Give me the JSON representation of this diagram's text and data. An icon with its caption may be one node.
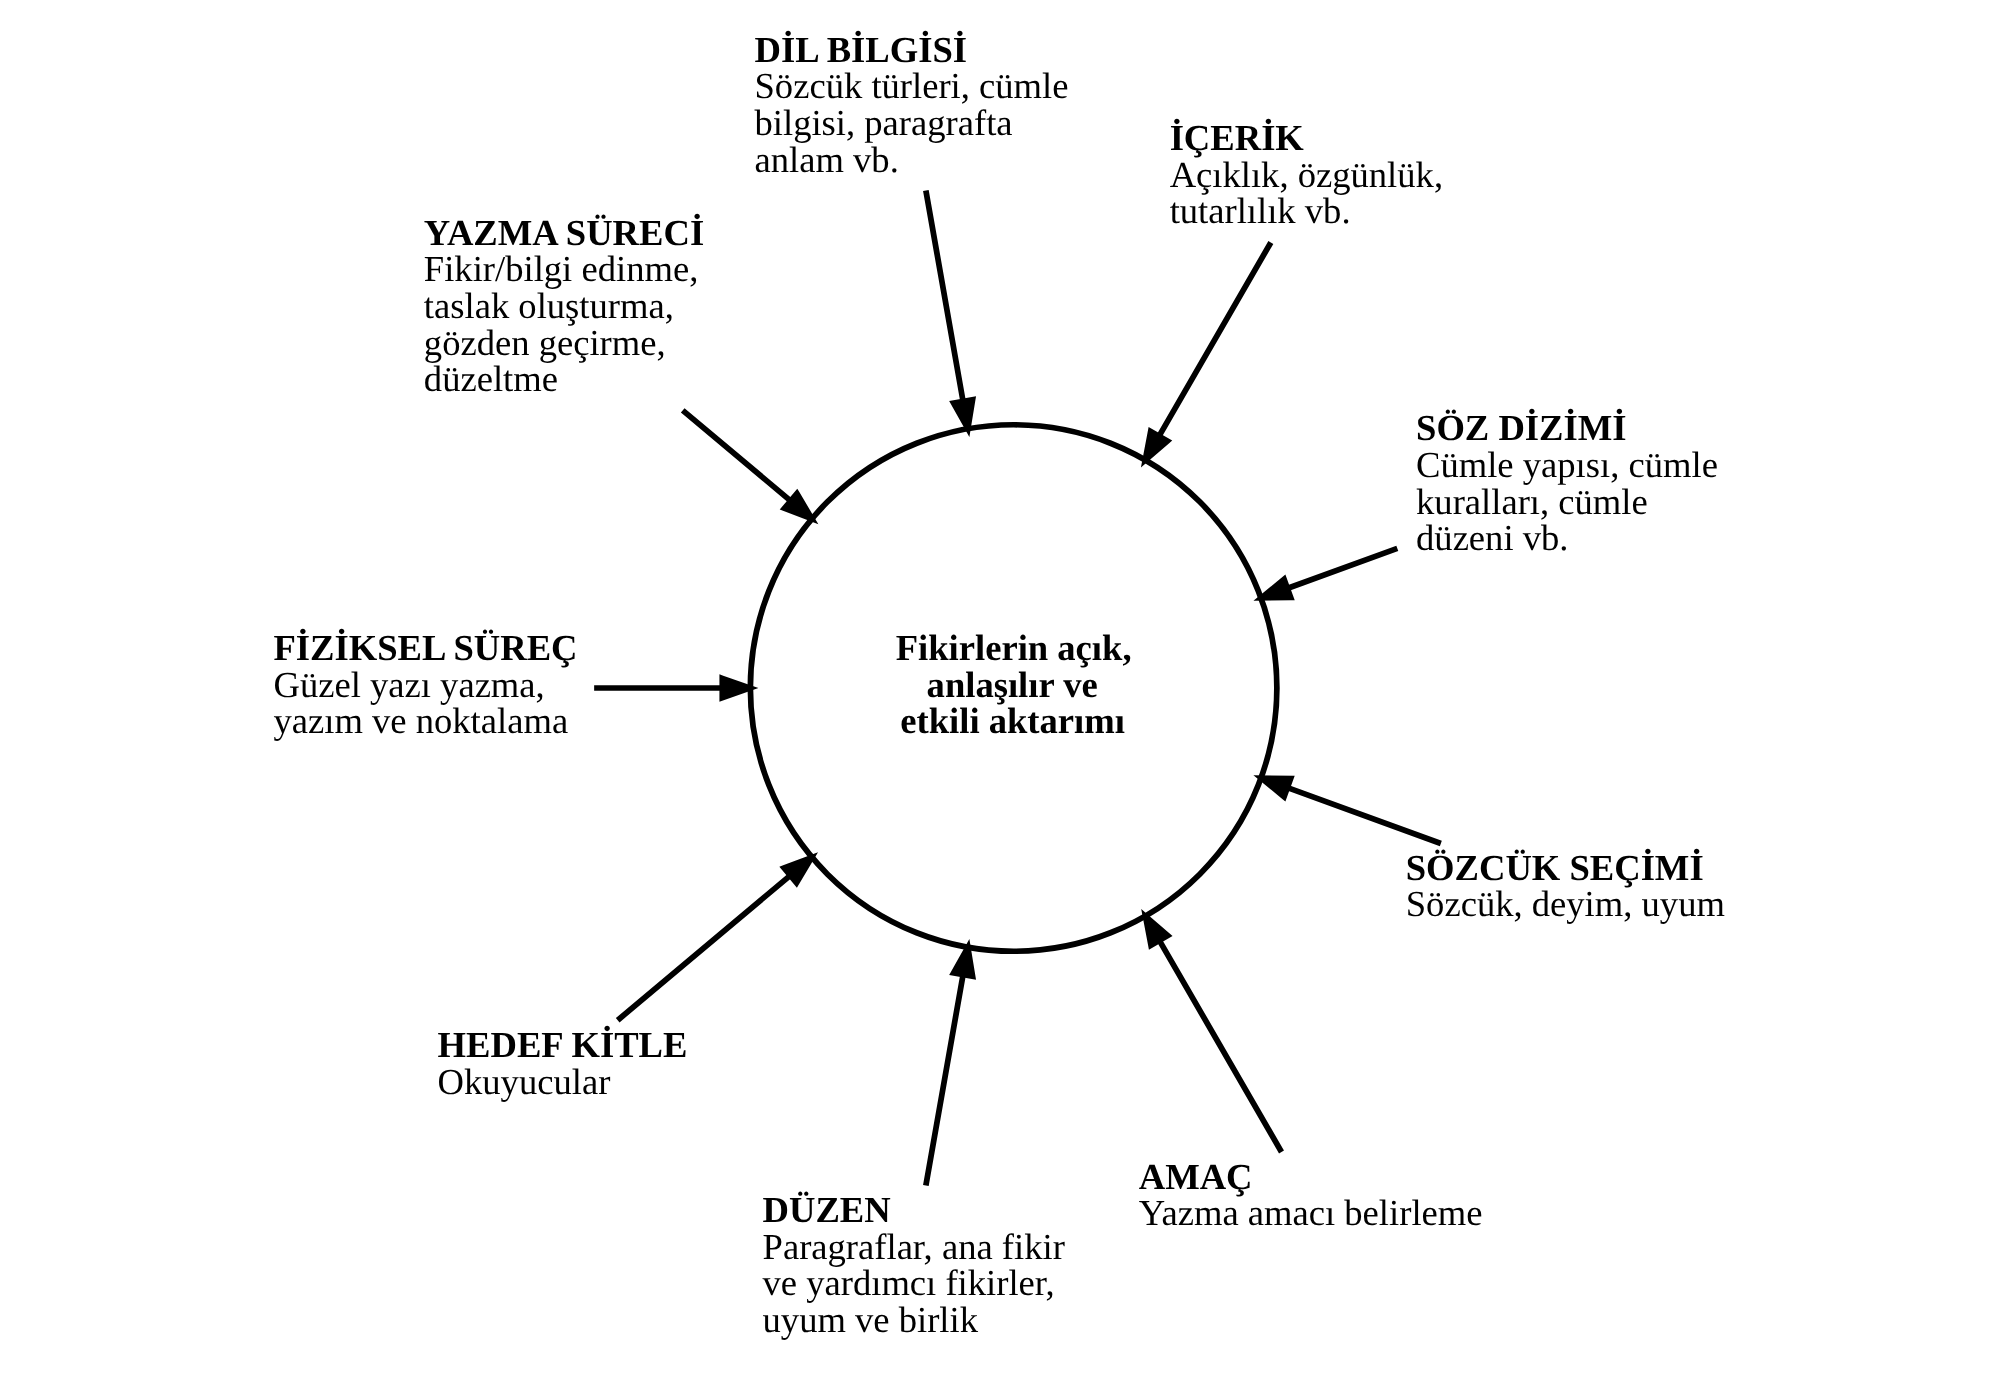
{
  "diagram": {
    "nodes": [
      {
        "text": [
          "Fikirlerin açık, anlaşılır ve etkili aktarımı"
        ]
      },
      {
        "text": [
          "SÖZ DİZİMİ",
          "Cümle yapısı, cümle kuralları, cümle düzeni vb."
        ]
      },
      {
        "text": [
          "İÇERİK",
          "Açıklık, özgünlük, tutarlılık vb."
        ]
      },
      {
        "text": [
          "DİL BİLGİSİ",
          "Sözcük türleri, cümle bilgisi, paragrafta anlam vb."
        ]
      },
      {
        "text": [
          "YAZMA SÜRECİ",
          "Fikir/bilgi edinme, taslak oluşturma, gözden geçirme, düzeltme"
        ]
      },
      {
        "text": [
          "FİZİKSEL SÜREÇ",
          "Güzel yazı yazma, yazım ve noktalama"
        ]
      },
      {
        "text": [
          "HEDEF KİTLE",
          "Okuyucular"
        ]
      },
      {
        "text": [
          "DÜZEN",
          "Paragraflar, ana fikir ve yardımcı fikirler, uyum ve birlik"
        ]
      },
      {
        "text": [
          "AMAÇ",
          "Yazma amacı belirleme"
        ]
      },
      {
        "text": [
          "SÖZCÜK SEÇİMİ",
          "Sözcük, deyim, uyum"
        ]
      }
    ],
    "edges": [
      {
        "from": 1,
        "to": 0,
        "arrow": "to"
      },
      {
        "from": 2,
        "to": 0,
        "arrow": "to"
      },
      {
        "from": 3,
        "to": 0,
        "arrow": "to"
      },
      {
        "from": 4,
        "to": 0,
        "arrow": "to"
      },
      {
        "from": 5,
        "to": 0,
        "arrow": "to"
      },
      {
        "from": 6,
        "to": 0,
        "arrow": "to"
      },
      {
        "from": 7,
        "to": 0,
        "arrow": "to"
      },
      {
        "from": 8,
        "to": 0,
        "arrow": "to"
      },
      {
        "from": 9,
        "to": 0,
        "arrow": "to"
      }
    ]
  }
}
